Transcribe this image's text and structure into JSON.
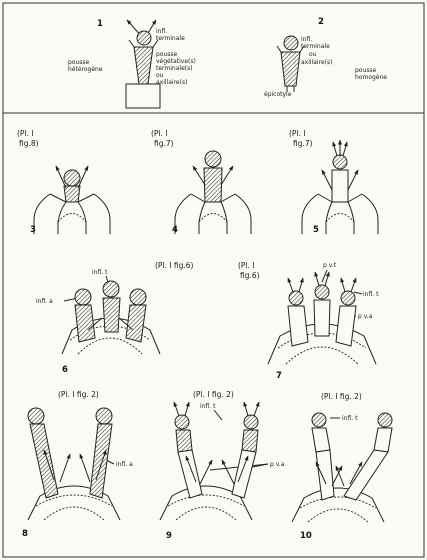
{
  "panel1": {
    "number": "1",
    "label_infl_terminale_1": "infl.",
    "label_infl_terminale_2": "terminale",
    "label_pousse_veg_1": "pousse",
    "label_pousse_veg_2": "végétative(s)",
    "label_pousse_veg_3": "terminale(s)",
    "label_pousse_veg_4": "ou",
    "label_pousse_veg_5": "axillaire(s)",
    "label_side_1": "pousse",
    "label_side_2": "hétérogène"
  },
  "panel2": {
    "number": "2",
    "label_infl_1": "infl.",
    "label_infl_2": "terminale",
    "label_infl_3": "ou",
    "label_infl_4": "axillaire(s)",
    "label_epicotyle": "épicotyle",
    "label_side_1": "pousse",
    "label_side_2": "homogène"
  },
  "figures": [
    {
      "number": "3",
      "ref_1": "(Pl. I",
      "ref_2": "fig.8)"
    },
    {
      "number": "4",
      "ref_1": "(Pl. I",
      "ref_2": "fig.7)"
    },
    {
      "number": "5",
      "ref_1": "(Pl. I",
      "ref_2": "fig.7)"
    },
    {
      "number": "6",
      "ref": "(Pl. I fig.6)",
      "label_infl_t": "infl. t",
      "label_infl_a": "infl. a"
    },
    {
      "number": "7",
      "ref_1": "(Pl. I",
      "ref_2": "fig.6)",
      "label_pvt": "p v.t",
      "label_infl_t": "infl. t",
      "label_pva": "p v.a"
    },
    {
      "number": "8",
      "ref": "(Pl. I fig. 2)",
      "label_infl_a": "infl. a"
    },
    {
      "number": "9",
      "ref": "(Pl. I fig. 2)",
      "label_infl_t": "infl. t",
      "label_pva": "p v.a"
    },
    {
      "number": "10",
      "ref": "(Pl. I fig. 2)",
      "label_infl_t": "infl. t"
    }
  ]
}
